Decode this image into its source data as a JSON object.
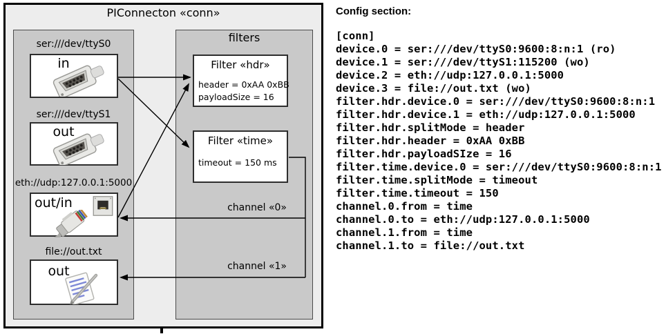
{
  "colors": {
    "outer_background": "#ededed",
    "panel_background": "#c9c9c9",
    "box_background": "#ffffff",
    "line_color": "#000000",
    "text_color": "#000000"
  },
  "diagram": {
    "title": "PIConnecton «conn»",
    "devices_panel": {
      "devices": [
        {
          "uri": "ser:///dev/ttyS0",
          "direction": "in",
          "icon": "serial-connector-icon"
        },
        {
          "uri": "ser:///dev/ttyS1",
          "direction": "out",
          "icon": "serial-connector-icon"
        },
        {
          "uri": "eth://udp:127.0.0.1:5000",
          "direction": "out/in",
          "icon": "ethernet-plug-icon"
        },
        {
          "uri": "file://out.txt",
          "direction": "out",
          "icon": "notepad-pencil-icon"
        }
      ]
    },
    "filters_panel": {
      "title": "filters",
      "filters": [
        {
          "title": "Filter «hdr»",
          "attributes": [
            "header = 0xAA 0xBB",
            "payloadSize = 16"
          ]
        },
        {
          "title": "Filter «time»",
          "attributes": [
            "timeout = 150 ms"
          ]
        }
      ]
    },
    "channels": [
      {
        "label": "channel «0»"
      },
      {
        "label": "channel «1»"
      }
    ]
  },
  "config": {
    "heading": "Config section:",
    "lines": [
      "[conn]",
      "device.0 = ser:///dev/ttyS0:9600:8:n:1 (ro)",
      "device.1 = ser:///dev/ttyS1:115200 (wo)",
      "device.2 = eth://udp:127.0.0.1:5000",
      "device.3 = file://out.txt (wo)",
      "filter.hdr.device.0 = ser:///dev/ttyS0:9600:8:n:1",
      "filter.hdr.device.1 = eth://udp:127.0.0.1:5000",
      "filter.hdr.splitMode = header",
      "filter.hdr.header = 0xAA 0xBB",
      "filter.hdr.payloadSIze = 16",
      "filter.time.device.0 = ser:///dev/ttyS0:9600:8:n:1",
      "filter.time.splitMode = timeout",
      "filter.time.timeout = 150",
      "channel.0.from = time",
      "channel.0.to = eth://udp:127.0.0.1:5000",
      "channel.1.from = time",
      "channel.1.to = file://out.txt"
    ]
  }
}
